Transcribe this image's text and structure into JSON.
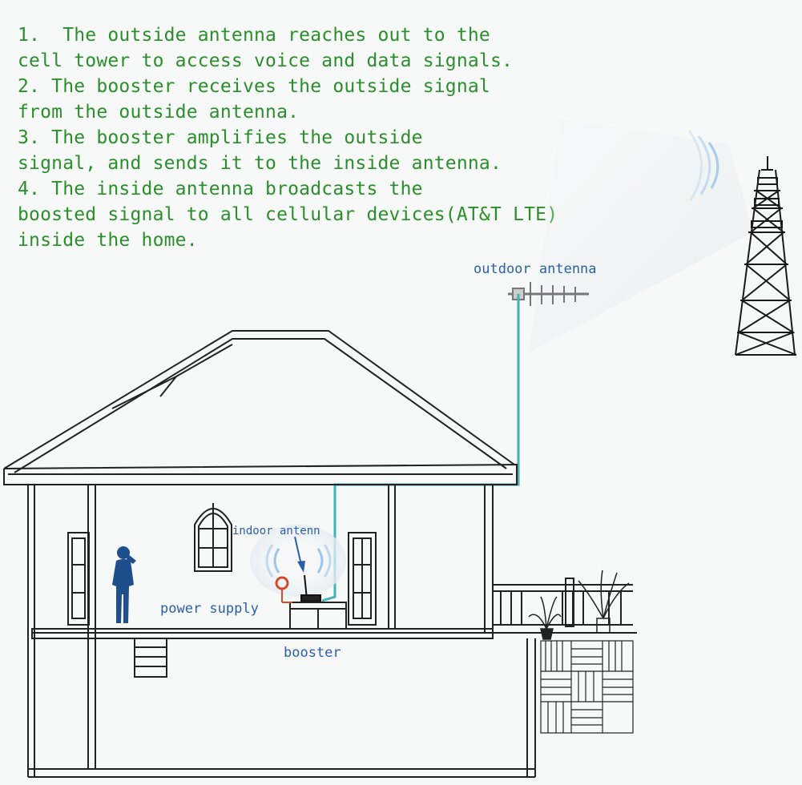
{
  "steps": [
    {
      "lines": [
        "1.  The outside antenna reaches out to the",
        "cell tower to access voice and data signals."
      ]
    },
    {
      "lines": [
        "2. The booster receives the outside signal",
        "from the outside antenna."
      ]
    },
    {
      "lines": [
        "3. The booster amplifies the outside",
        "signal, and sends it to the inside antenna."
      ]
    },
    {
      "lines": [
        "4. The inside antenna broadcasts the",
        "boosted signal to all cellular devices(AT&T LTE)",
        "inside the home."
      ]
    }
  ],
  "labels": {
    "outdoor_antenna": "outdoor antenna",
    "indoor_antenna": "indoor antenn",
    "power_supply": "power supply",
    "booster": "booster"
  },
  "colors": {
    "step_text": "#2a8f2a",
    "label_text": "#2a5fa8",
    "cable": "#3fb3b5",
    "house_line": "#222222",
    "person": "#1f4e8c",
    "signal_wave": "#9cc6e8",
    "power_supply": "#d84a2a"
  },
  "icons": {
    "cell_tower": "cell-tower-icon",
    "outdoor_antenna": "yagi-antenna-icon",
    "person": "person-on-phone-icon",
    "power_supply": "power-plug-icon"
  }
}
